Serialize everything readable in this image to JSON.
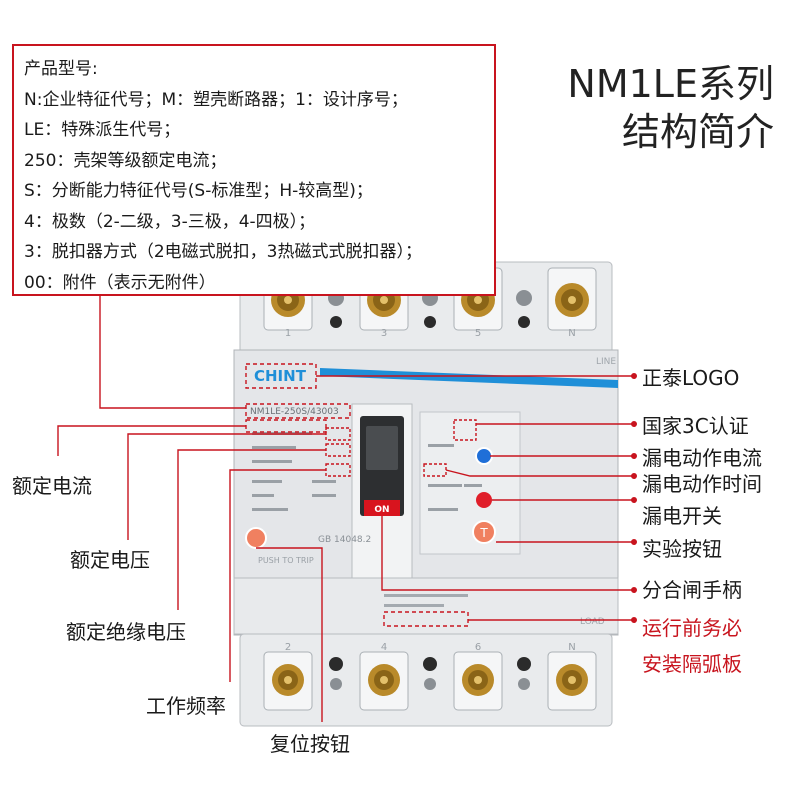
{
  "spec": {
    "heading": "产品型号:",
    "lines": [
      "N:企业特征代号；M：塑壳断路器；1：设计序号；",
      "LE：特殊派生代号；",
      "250：壳架等级额定电流；",
      "S：分断能力特征代号(S-标准型；H-较高型)；",
      "4：极数（2-二级，3-三极，4-四极）；",
      "3：脱扣器方式（2电磁式脱扣，3热磁式式脱扣器）；",
      "00：附件（表示无附件）"
    ]
  },
  "title": {
    "line1": "NM1LE系列",
    "line2": "结构简介"
  },
  "callouts": {
    "logo": "正泰LOGO",
    "ccc": "国家3C认证",
    "leak_current": "漏电动作电流",
    "leak_time": "漏电动作时间",
    "leak_switch": "漏电开关",
    "test_button": "实验按钮",
    "handle": "分合闸手柄",
    "warning_1": "运行前务必",
    "warning_2": "安装隔弧板",
    "rated_current": "额定电流",
    "rated_voltage": "额定电压",
    "insulation_voltage": "额定绝缘电压",
    "frequency": "工作频率",
    "reset_button": "复位按钮"
  },
  "device": {
    "brand": "CHINT",
    "model": "NM1LE-250S/43003",
    "on_label": "ON",
    "push_to_trip": "PUSH TO TRIP",
    "line_label": "LINE",
    "load_label": "LOAD",
    "standard": "GB 14048.2",
    "top_pole_labels": [
      "1",
      "3",
      "5",
      "N"
    ],
    "bottom_pole_labels": [
      "2",
      "4",
      "6",
      "N"
    ],
    "test_letter": "T"
  },
  "colors": {
    "accent_red": "#c8141e",
    "stripe_blue": "#1f8fd8",
    "handle_red": "#d8141e",
    "body_gray": "#e4e6e9"
  }
}
